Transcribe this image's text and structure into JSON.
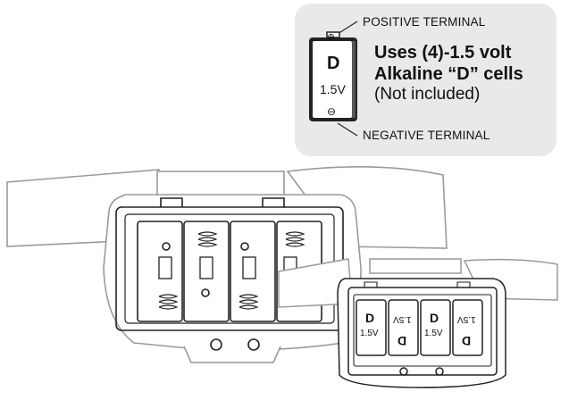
{
  "callout": {
    "positive_label": "POSITIVE TERMINAL",
    "negative_label": "NEGATIVE TERMINAL",
    "uses_line1": "Uses (4)-1.5 volt",
    "uses_line2": "Alkaline “D” cells",
    "note": "(Not included)",
    "battery": {
      "letter": "D",
      "voltage": "1.5V",
      "plus": "⊕",
      "minus": "⊖"
    }
  },
  "inset_cells": [
    {
      "letter": "D",
      "voltage": "1.5V"
    },
    {
      "letter": "D",
      "voltage": "1.5V"
    },
    {
      "letter": "D",
      "voltage": "1.5V"
    },
    {
      "letter": "D",
      "voltage": "1.5V"
    }
  ],
  "colors": {
    "line": "#222222",
    "light_line": "#9a9a9a",
    "callout_bg": "#e9e9e9"
  }
}
